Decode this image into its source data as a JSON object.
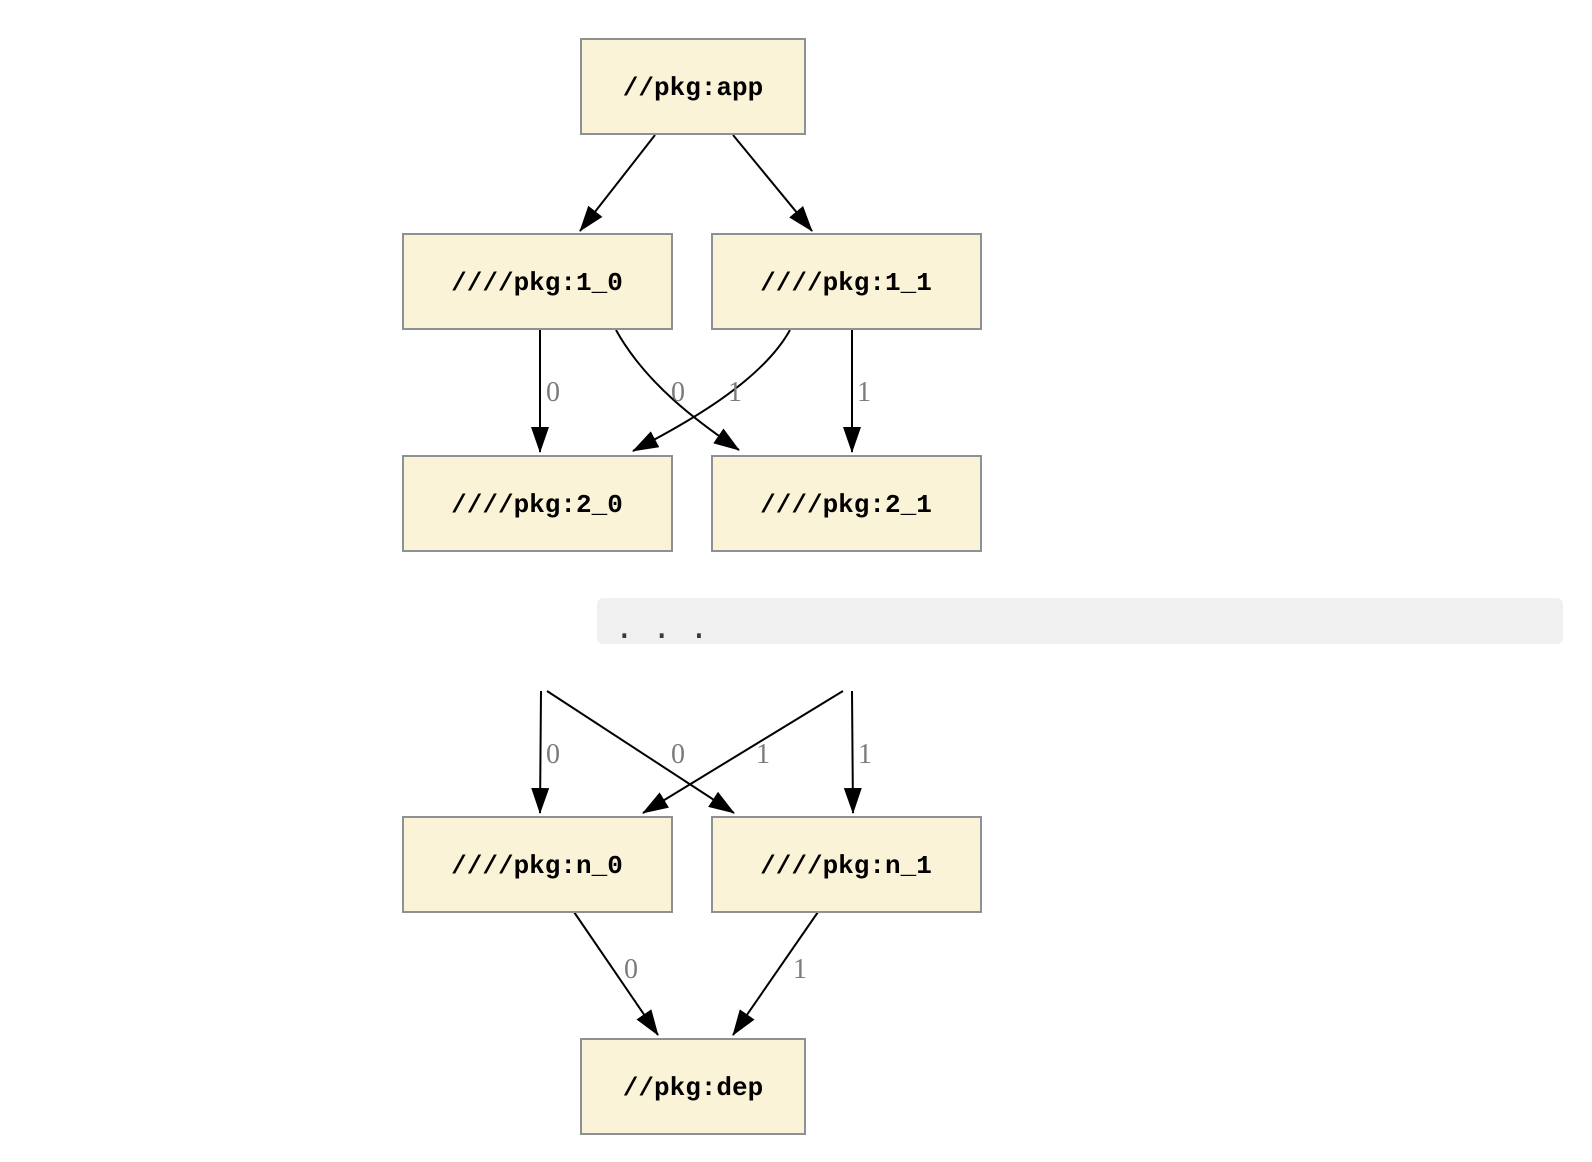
{
  "graph": {
    "type": "dependency-graph",
    "ellipsis": ". . .",
    "colors": {
      "node_fill": "#FBF3D8",
      "node_border": "#8C9194",
      "edge": "#000000",
      "edge_label": "#7B7B7B",
      "ellipsis_band": "#F0F0F0",
      "background": "#FFFFFF"
    },
    "nodes": [
      {
        "id": "app",
        "label": "//pkg:app"
      },
      {
        "id": "1_0",
        "label": "////pkg:1_0"
      },
      {
        "id": "1_1",
        "label": "////pkg:1_1"
      },
      {
        "id": "2_0",
        "label": "////pkg:2_0"
      },
      {
        "id": "2_1",
        "label": "////pkg:2_1"
      },
      {
        "id": "n_0",
        "label": "////pkg:n_0"
      },
      {
        "id": "n_1",
        "label": "////pkg:n_1"
      },
      {
        "id": "dep",
        "label": "//pkg:dep"
      }
    ],
    "edges": [
      {
        "from": "app",
        "to": "1_0",
        "label": ""
      },
      {
        "from": "app",
        "to": "1_1",
        "label": ""
      },
      {
        "from": "1_0",
        "to": "2_0",
        "label": "0"
      },
      {
        "from": "1_1",
        "to": "2_0",
        "label": "0"
      },
      {
        "from": "1_0",
        "to": "2_1",
        "label": "1"
      },
      {
        "from": "1_1",
        "to": "2_1",
        "label": "1"
      },
      {
        "from": "hidden_0",
        "to": "n_0",
        "label": "0"
      },
      {
        "from": "hidden_1",
        "to": "n_0",
        "label": "0"
      },
      {
        "from": "hidden_0",
        "to": "n_1",
        "label": "1"
      },
      {
        "from": "hidden_1",
        "to": "n_1",
        "label": "1"
      },
      {
        "from": "n_0",
        "to": "dep",
        "label": "0"
      },
      {
        "from": "n_1",
        "to": "dep",
        "label": "1"
      }
    ]
  }
}
